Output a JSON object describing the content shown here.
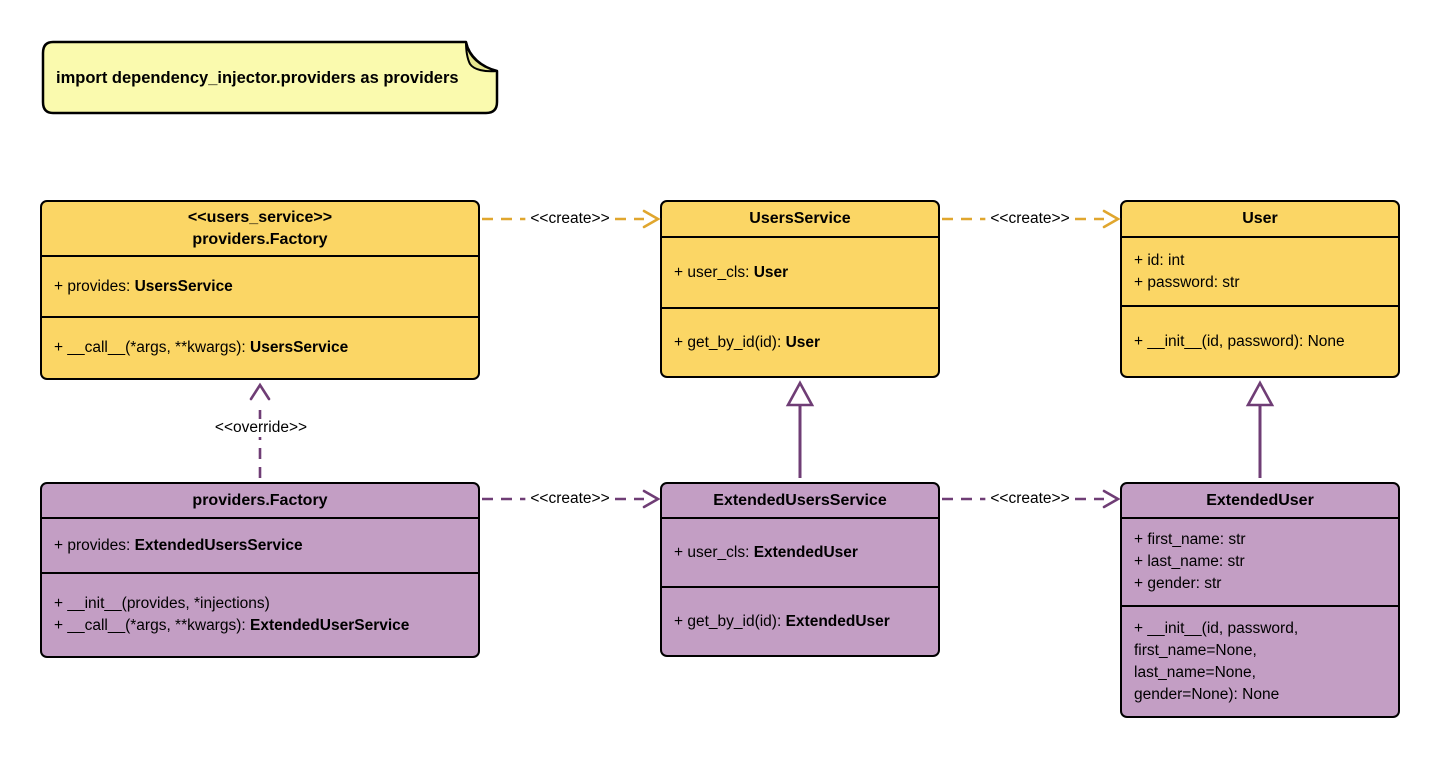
{
  "note": {
    "text": "import dependency_injector.providers as providers"
  },
  "labels": {
    "create": "<<create>>",
    "override": "<<override>>"
  },
  "colors": {
    "class_yellow": "#FBD665",
    "class_purple": "#C39EC4",
    "arrow_yellow": "#E0A62E",
    "arrow_purple": "#6F3D75",
    "note_fill": "#FAFAAE",
    "note_fold": "#E6E68F",
    "border": "#000000",
    "text": "#000000",
    "bg": "#FFFFFF"
  },
  "classes": [
    {
      "stereotype": "<<users_service>>",
      "name": "providers.Factory",
      "attributes": [
        {
          "text": "+ provides: ",
          "type": "UsersService"
        }
      ],
      "methods": [
        {
          "text": "+ __call__(*args, **kwargs): ",
          "type": "UsersService"
        }
      ]
    },
    {
      "stereotype": "",
      "name": "UsersService",
      "attributes": [
        {
          "text": "+ user_cls: ",
          "type": "User"
        }
      ],
      "methods": [
        {
          "text": "+ get_by_id(id): ",
          "type": "User"
        }
      ]
    },
    {
      "stereotype": "",
      "name": "User",
      "attributes": [
        {
          "text": "+ id: int",
          "type": ""
        },
        {
          "text": "+ password: str",
          "type": ""
        }
      ],
      "methods": [
        {
          "text": "+ __init__(id, password): None",
          "type": ""
        }
      ]
    },
    {
      "stereotype": "",
      "name": "providers.Factory",
      "attributes": [
        {
          "text": "+ provides: ",
          "type": "ExtendedUsersService"
        }
      ],
      "methods": [
        {
          "text": "+ __init__(provides, *injections)",
          "type": ""
        },
        {
          "text": "+ __call__(*args, **kwargs): ",
          "type": "ExtendedUserService"
        }
      ]
    },
    {
      "stereotype": "",
      "name": "ExtendedUsersService",
      "attributes": [
        {
          "text": "+ user_cls: ",
          "type": "ExtendedUser"
        }
      ],
      "methods": [
        {
          "text": "+ get_by_id(id): ",
          "type": "ExtendedUser"
        }
      ]
    },
    {
      "stereotype": "",
      "name": "ExtendedUser",
      "attributes": [
        {
          "text": "+ first_name: str",
          "type": ""
        },
        {
          "text": "+ last_name: str",
          "type": ""
        },
        {
          "text": "+ gender: str",
          "type": ""
        }
      ],
      "methods": [
        {
          "text": "+ __init__(id, password,",
          "type": ""
        },
        {
          "text": "first_name=None,",
          "type": ""
        },
        {
          "text": "last_name=None,",
          "type": ""
        },
        {
          "text": "gender=None): None",
          "type": ""
        }
      ]
    }
  ]
}
